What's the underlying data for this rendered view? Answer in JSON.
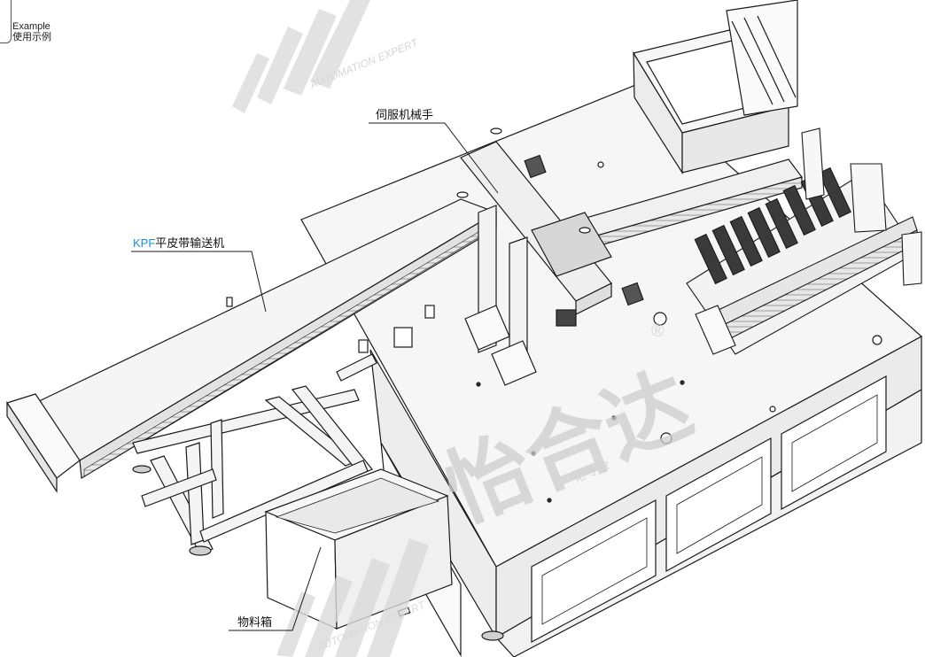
{
  "example": {
    "label_en": "Example",
    "label_zh": "使用示例"
  },
  "callouts": {
    "servo_arm": "伺服机械手",
    "conveyor_prefix": "KPF",
    "conveyor_rest": "平皮带输送机",
    "material_box": "物料箱"
  },
  "watermark": {
    "brand": "怡合达",
    "tagline": "AUTOMATION EXPERT",
    "sub": "化 专 家",
    "mark": "®"
  },
  "colors": {
    "line": "#1a1a1a",
    "accent": "#1f8dd6",
    "watermark": "#cfcfcf",
    "panel": "#f4f4f4"
  }
}
